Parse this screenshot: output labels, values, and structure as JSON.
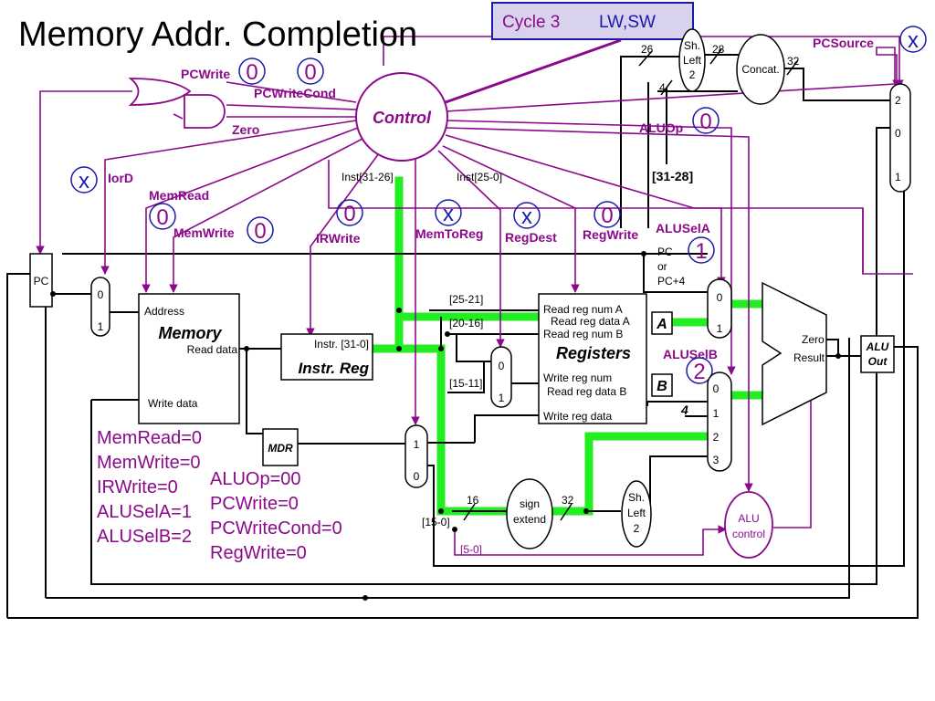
{
  "slide_title": "Memory Addr. Completion",
  "cycle_box": {
    "cycle": "Cycle 3",
    "instr": "LW,SW"
  },
  "control": {
    "label": "Control",
    "PCWrite": "PCWrite",
    "PCWriteCond": "PCWriteCond",
    "Zero": "Zero",
    "IorD": "IorD",
    "MemRead": "MemRead",
    "MemWrite": "MemWrite",
    "IRWrite": "IRWrite",
    "MemToReg": "MemToReg",
    "RegDest": "RegDest",
    "RegWrite": "RegWrite",
    "ALUSelA": "ALUSelA",
    "ALUSelB": "ALUSelB",
    "ALUOp": "ALUOp",
    "PCSource": "PCSource",
    "inst_31_26": "Inst[31-26]",
    "inst_25_0": "Inst[25-0]"
  },
  "signal_values": {
    "PCWrite": "0",
    "PCWriteCond": "0",
    "IorD": "x",
    "MemRead": "0",
    "MemWrite": "0",
    "IRWrite": "0",
    "MemToReg": "x",
    "RegDest": "x",
    "RegWrite": "0",
    "ALUOp": "0",
    "ALUSelA": "1",
    "ALUSelB": "2",
    "PCSource": "x"
  },
  "pc": "PC",
  "memory": {
    "address": "Address",
    "title": "Memory",
    "read_data": "Read data",
    "write_data": "Write data"
  },
  "instr_reg": {
    "field": "Instr. [31-0]",
    "title": "Instr. Reg"
  },
  "mdr": "MDR",
  "registers": {
    "read_reg_a": "Read reg num A",
    "read_data_a": "Read reg data A",
    "read_reg_b": "Read reg num B",
    "title": "Registers",
    "write_reg": "Write reg num",
    "read_data_b": "Read reg data B",
    "write_data": "Write reg data"
  },
  "reg_a": "A",
  "reg_b": "B",
  "mux": {
    "zero": "0",
    "one": "1",
    "two": "2",
    "three": "3"
  },
  "four": "4",
  "alu": {
    "zero": "Zero",
    "result": "Result"
  },
  "alu_out": {
    "l1": "ALU",
    "l2": "Out"
  },
  "alu_control": {
    "l1": "ALU",
    "l2": "control"
  },
  "sign_extend": {
    "l1": "sign",
    "l2": "extend"
  },
  "shift_left": {
    "l1": "Sh.",
    "l2": "Left",
    "l3": "2"
  },
  "concat": "Concat.",
  "pc_or_pc4": {
    "l1": "PC",
    "l2": "or",
    "l3": "PC+4"
  },
  "bits": {
    "b26": "26",
    "b28": "28",
    "b32": "32",
    "b4": "4",
    "b16": "16",
    "b32b": "32",
    "range_31_28": "[31-28]",
    "r25_21": "[25-21]",
    "r20_16": "[20-16]",
    "r15_11": "[15-11]",
    "r15_0": "[15-0]",
    "r5_0": "[5-0]"
  },
  "summary_left": [
    "MemRead=0",
    "MemWrite=0",
    "IRWrite=0",
    "ALUSelA=1",
    "ALUSelB=2"
  ],
  "summary_right": [
    "ALUOp=00",
    "PCWrite=0",
    "PCWriteCond=0",
    "RegWrite=0"
  ],
  "colors": {
    "control": "#8b0a8b",
    "circle": "#1a1aa8",
    "active": "#22ee22",
    "cycle_bg": "#d8d2ec"
  }
}
